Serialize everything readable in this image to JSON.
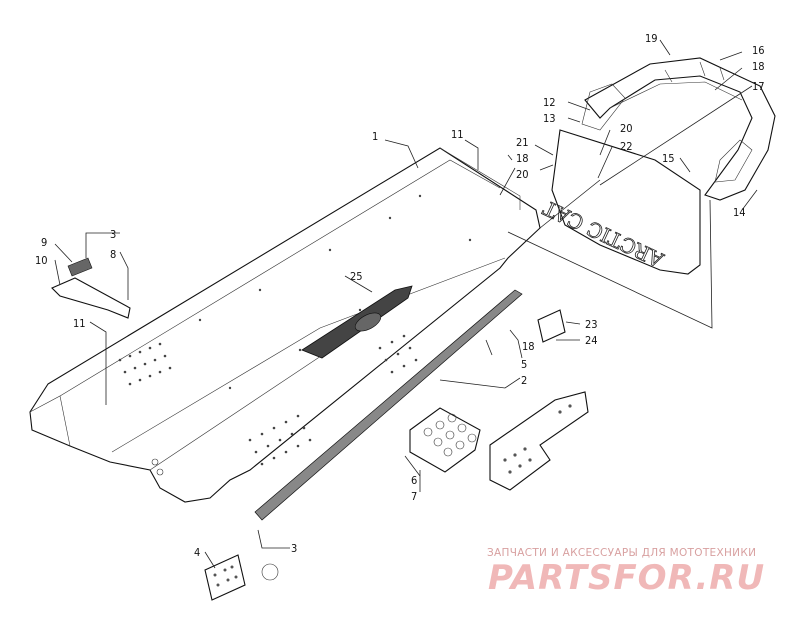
{
  "callouts": [
    "1",
    "2",
    "3",
    "3",
    "4",
    "5",
    "6",
    "7",
    "8",
    "9",
    "10",
    "11",
    "11",
    "12",
    "13",
    "14",
    "15",
    "16",
    "17",
    "18",
    "18",
    "18",
    "19",
    "20",
    "20",
    "21",
    "22",
    "23",
    "24",
    "25"
  ],
  "badge_text": "ARCTIC CAT",
  "watermark": {
    "tagline": "ЗАПЧАСТИ И АКСЕССУАРЫ ДЛЯ МОТОТЕХНИКИ",
    "logo": "PARTSFOR.RU"
  }
}
